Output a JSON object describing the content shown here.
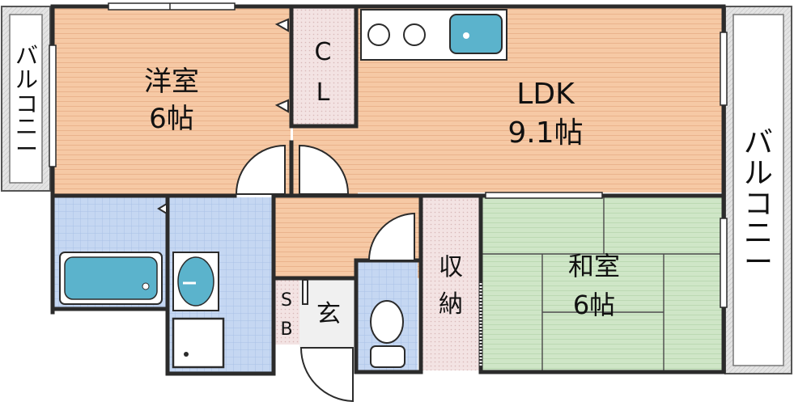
{
  "rooms": {
    "western": {
      "name": "洋室",
      "size": "6帖"
    },
    "closet": {
      "line1": "C",
      "line2": "L"
    },
    "ldk": {
      "name": "LDK",
      "size": "9.1帖"
    },
    "japanese": {
      "name": "和室",
      "size": "6帖"
    },
    "storage": {
      "line1": "収",
      "line2": "納"
    },
    "shoebox": {
      "line1": "S",
      "line2": "B"
    },
    "entrance": {
      "name": "玄"
    }
  },
  "balcony": {
    "left": {
      "c1": "バ",
      "c2": "ル",
      "c3": "コ",
      "c4": "ニ",
      "c5": "ー"
    },
    "right": {
      "c1": "バ",
      "c2": "ル",
      "c3": "コ",
      "c4": "ニ",
      "c5": "ー"
    }
  },
  "colors": {
    "wood_floor": "#f6c9a5",
    "tile_floor": "#c5d7f2",
    "tatami": "#cfe6c7",
    "closet_floor": "#f1dcdc",
    "balcony_floor": "#e6e6e6",
    "fixture_blue": "#5bb3cc",
    "wall": "#2b2b2b"
  }
}
